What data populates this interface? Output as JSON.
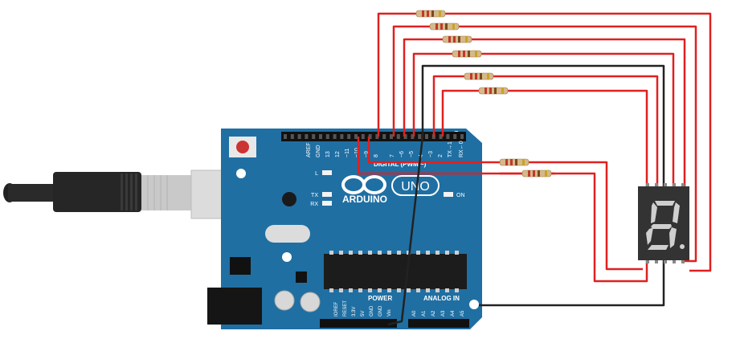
{
  "board": {
    "brand": "ARDUINO",
    "model": "UNO",
    "header_label": "DIGITAL (PWM ~)",
    "top_pin_labels": [
      "AREF",
      "GND",
      "13",
      "12",
      "~11",
      "~10",
      "~9",
      "8",
      "7",
      "~6",
      "~5",
      "4",
      "~3",
      "2",
      "TX→1",
      "RX←0"
    ],
    "led_labels": {
      "l": "L",
      "tx": "TX",
      "rx": "RX",
      "on": "ON"
    },
    "power_label": "POWER",
    "analog_label": "ANALOG IN",
    "power_pin_labels": [
      "IOREF",
      "RESET",
      "3.3V",
      "5V",
      "GND",
      "GND",
      "Vin"
    ],
    "analog_pin_labels": [
      "A0",
      "A1",
      "A2",
      "A3",
      "A4",
      "A5"
    ]
  },
  "colors": {
    "board": "#1f6fa3",
    "wire_red": "#e02020",
    "wire_black": "#222222",
    "usb_body": "#222222",
    "usb_plug": "#c8c8c8",
    "display_body": "#333333",
    "segment": "#cfcfcf"
  },
  "components": {
    "resistor_count": 8,
    "display": "7-segment-display"
  }
}
